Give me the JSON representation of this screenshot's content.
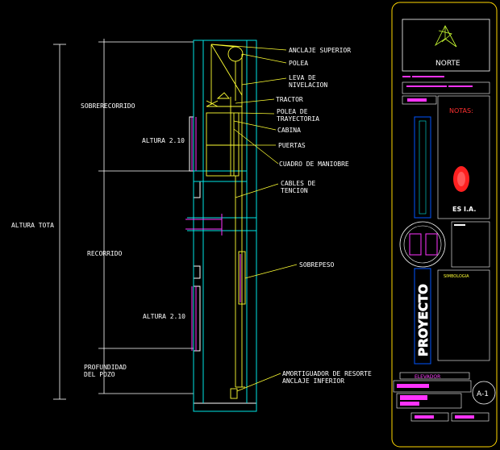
{
  "colors": {
    "background": "#000000",
    "wall": "#ffffff",
    "shaft": "#00e5e5",
    "mechanism": "#ffff33",
    "accent": "#ff33ff",
    "frame": "#ffd700",
    "notes_title": "#ff3030"
  },
  "drawing": {
    "dimensions": {
      "total": "ALTURA TOTA",
      "overrun": "SOBRERECORRIDO",
      "travel": "RECORRIDO",
      "pit": [
        "PROFUNDIDAD",
        "DEL POZO"
      ],
      "door_height_top": "ALTURA 2.10",
      "door_height_bottom": "ALTURA 2.10"
    },
    "callouts": {
      "top_anchor": "ANCLAJE SUPERIOR",
      "pulley": "POLEA",
      "leveling_cam": [
        "LEVA DE",
        "NIVELACION"
      ],
      "tractor": "TRACTOR",
      "path_pulley": [
        "POLEA DE",
        "TRAYECTORIA"
      ],
      "cabin": "CABINA",
      "doors": "PUERTAS",
      "control_panel": "CUADRO DE MANIOBRE",
      "tension_cables": [
        "CABLES DE",
        "TENCION"
      ],
      "counterweight": "SOBREPESO",
      "buffer": "AMORTIGUADOR DE RESORTE",
      "bottom_anchor": "ANCLAJE INFERIOR"
    }
  },
  "title_block": {
    "north": "NORTE",
    "notes_title": "NOTAS:",
    "school": "ES I.A.",
    "symbology": "SIMBOLOGIA",
    "sheet_number": "A-1",
    "project": "PROYECTO",
    "subject": "ELEVADOR",
    "logo": "north-arrow-icon",
    "seal": "institution-seal-icon"
  }
}
